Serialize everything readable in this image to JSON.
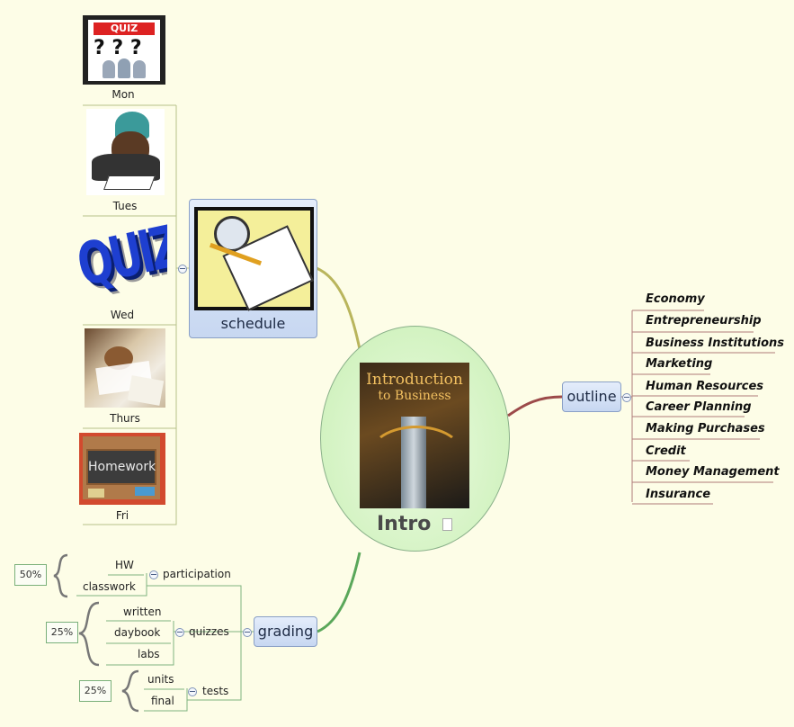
{
  "central": {
    "title": "Intro",
    "book": {
      "line1": "Introduction",
      "line2": "to Business"
    }
  },
  "schedule": {
    "label": "schedule",
    "days": [
      {
        "label": "Mon",
        "image": "quiz-question-marks-clipart"
      },
      {
        "label": "Tues",
        "image": "student-writing-clipart"
      },
      {
        "label": "Wed",
        "image": "quiz-3d-text-clipart"
      },
      {
        "label": "Thurs",
        "image": "tired-student-photo"
      },
      {
        "label": "Fri",
        "image": "homework-chalkboard-clipart"
      }
    ],
    "quiz_sign": "QUIZ",
    "quiz_3d": "QUIZ",
    "homework_board": "Homework"
  },
  "outline": {
    "label": "outline",
    "items": [
      "Economy",
      "Entrepreneurship",
      "Business Institutions",
      "Marketing",
      "Human Resources",
      "Career Planning",
      "Making Purchases",
      "Credit",
      "Money Management",
      "Insurance"
    ]
  },
  "grading": {
    "label": "grading",
    "groups": [
      {
        "label": "participation",
        "weight": "50%",
        "items": [
          "HW",
          "classwork"
        ]
      },
      {
        "label": "quizzes",
        "weight": "25%",
        "items": [
          "written",
          "daybook",
          "labs"
        ]
      },
      {
        "label": "tests",
        "weight": "25%",
        "items": [
          "units",
          "final"
        ]
      }
    ]
  },
  "colors": {
    "background": "#fdfde7",
    "intro_fill": "#c8efb4",
    "topic_fill": "#c7d7f1",
    "outline_line": "#9c4a4a",
    "grading_line": "#5aa75a",
    "schedule_line": "#b8b45a"
  }
}
